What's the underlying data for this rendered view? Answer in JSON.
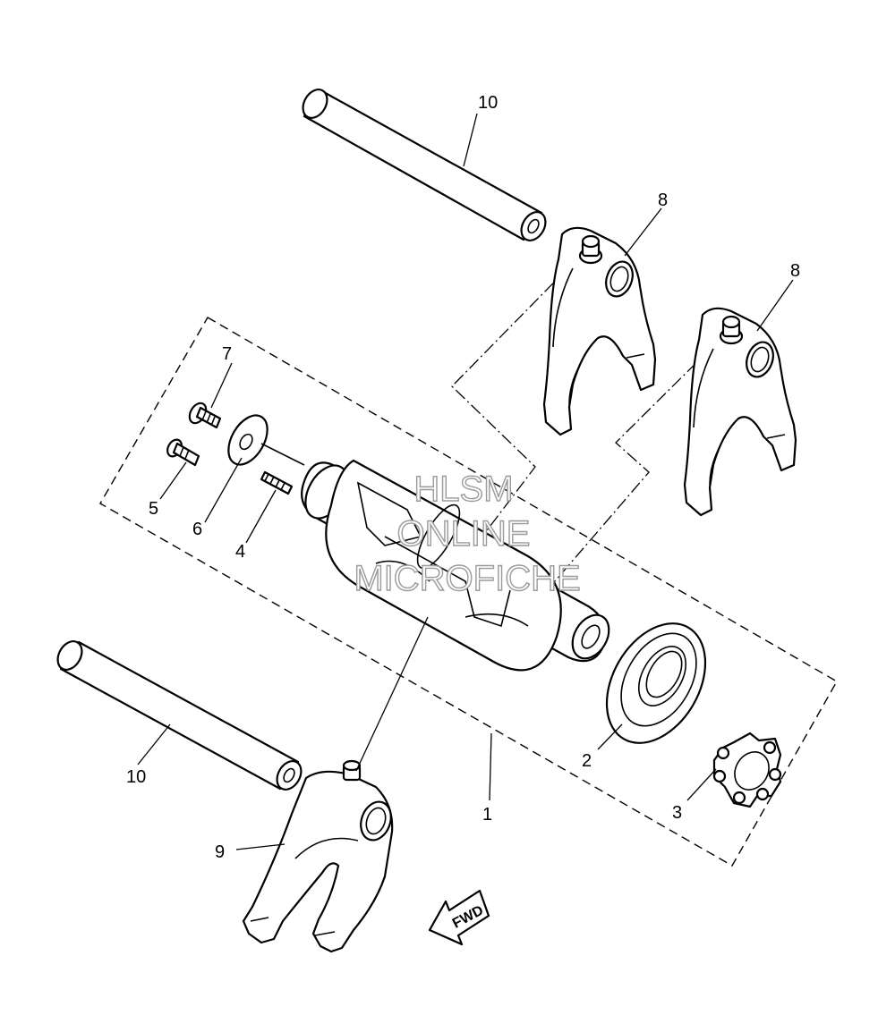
{
  "callouts": {
    "c1": "1",
    "c2": "2",
    "c3": "3",
    "c4": "4",
    "c5": "5",
    "c6": "6",
    "c7": "7",
    "c8a": "8",
    "c8b": "8",
    "c9": "9",
    "c10a": "10",
    "c10b": "10"
  },
  "watermark": {
    "line1": "HLSM",
    "line2": "ONLINE",
    "line3": "MICROFICHE"
  },
  "direction_marker": {
    "label": "FWD"
  }
}
